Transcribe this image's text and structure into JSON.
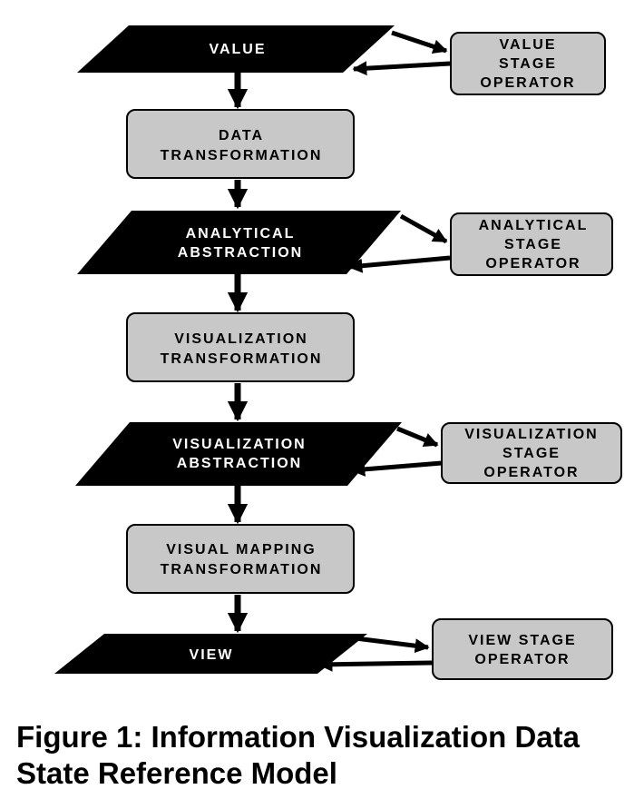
{
  "diagram": {
    "states": [
      {
        "lines": [
          "VALUE"
        ]
      },
      {
        "lines": [
          "ANALYTICAL",
          "ABSTRACTION"
        ]
      },
      {
        "lines": [
          "VISUALIZATION",
          "ABSTRACTION"
        ]
      },
      {
        "lines": [
          "VIEW"
        ]
      }
    ],
    "transformations": [
      {
        "lines": [
          "DATA",
          "TRANSFORMATION"
        ]
      },
      {
        "lines": [
          "VISUALIZATION",
          "TRANSFORMATION"
        ]
      },
      {
        "lines": [
          "VISUAL MAPPING",
          "TRANSFORMATION"
        ]
      }
    ],
    "operators": [
      {
        "lines": [
          "VALUE",
          "STAGE",
          "OPERATOR"
        ]
      },
      {
        "lines": [
          "ANALYTICAL",
          "STAGE",
          "OPERATOR"
        ]
      },
      {
        "lines": [
          "VISUALIZATION",
          "STAGE",
          "OPERATOR"
        ]
      },
      {
        "lines": [
          "VIEW STAGE",
          "OPERATOR"
        ]
      }
    ],
    "colors": {
      "state_fill": "#000000",
      "box_fill": "#c8c8c8",
      "text_on_state": "#ffffff",
      "text_on_box": "#000000"
    }
  },
  "caption": {
    "line1": "Figure 1: Information Visualization Data",
    "line2": "State Reference Model"
  }
}
